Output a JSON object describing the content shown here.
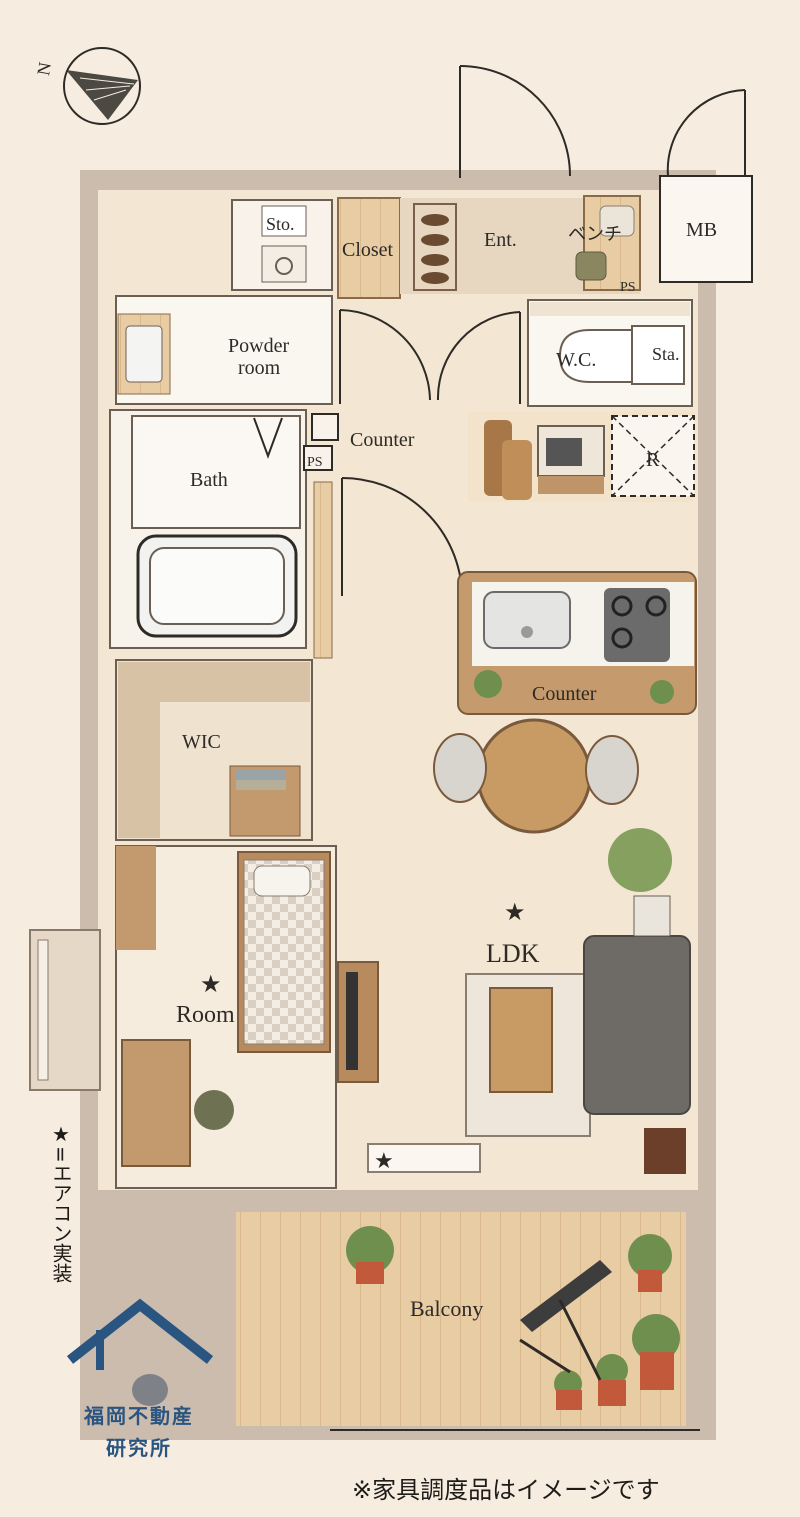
{
  "rooms": {
    "storage": "Sto.",
    "closet": "Closet",
    "entrance": "Ent.",
    "bench": "ベンチ",
    "meter_box": "MB",
    "pipe_space": "PS",
    "powder_room_line1": "Powder",
    "powder_room_line2": "room",
    "wc": "W.C.",
    "wc_storage": "Sta.",
    "counter": "Counter",
    "bath": "Bath",
    "refrigerator": "R",
    "kitchen_counter": "Counter",
    "wic": "WIC",
    "ldk": "LDK",
    "room": "Room",
    "balcony": "Balcony"
  },
  "legend": {
    "star_symbol": "★",
    "text": "=エアコン実装"
  },
  "note": "※家具調度品はイメージです",
  "logo": {
    "line1": "福岡不動産",
    "line2": "研究所"
  },
  "compass": {
    "north": "N"
  },
  "colors": {
    "background": "#f6ede0",
    "wall": "#cbbcae",
    "floor_wood": "#e9cfa8",
    "logo_blue": "#2a5580"
  }
}
